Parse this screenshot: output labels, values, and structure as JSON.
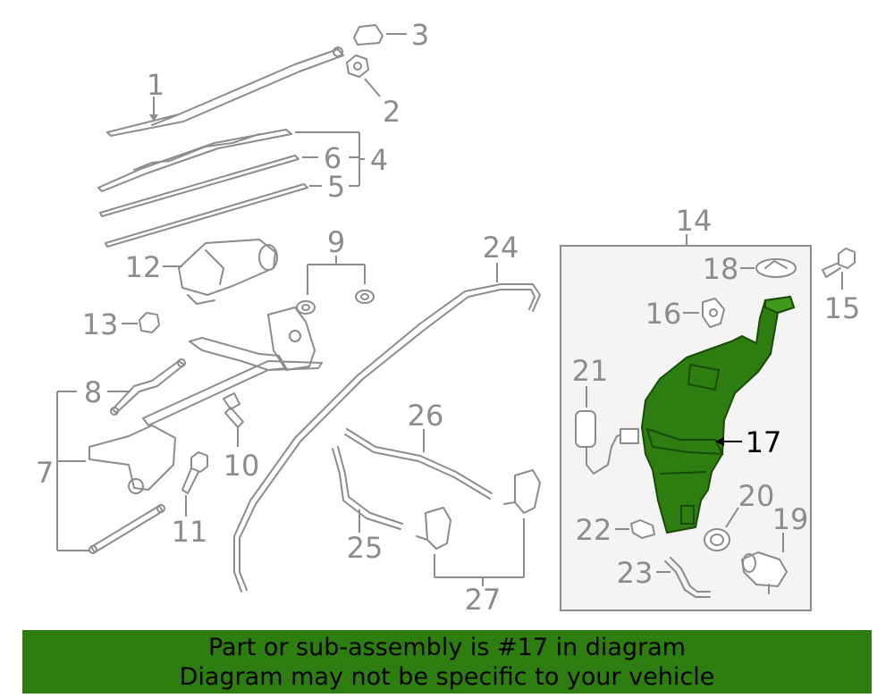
{
  "diagram": {
    "highlight_color": "#2e7d10",
    "labels": {
      "l1": "1",
      "l2": "2",
      "l3": "3",
      "l4": "4",
      "l5": "5",
      "l6": "6",
      "l7": "7",
      "l8": "8",
      "l9": "9",
      "l10": "10",
      "l11": "11",
      "l12": "12",
      "l13": "13",
      "l14": "14",
      "l15": "15",
      "l16": "16",
      "l17": "17",
      "l18": "18",
      "l19": "19",
      "l20": "20",
      "l21": "21",
      "l22": "22",
      "l23": "23",
      "l24": "24",
      "l25": "25",
      "l26": "26",
      "l27": "27"
    }
  },
  "banner": {
    "line1": "Part or sub-assembly is #17 in diagram",
    "line2": "Diagram may not be specific to your vehicle"
  }
}
